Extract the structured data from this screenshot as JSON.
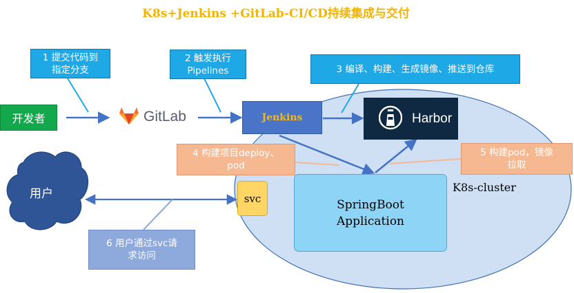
{
  "title": "K8s+Jenkins +GitLab-CI/CD持续集成与交付",
  "callouts": {
    "step1": [
      "1 提交代码到",
      "指定分支"
    ],
    "step2": [
      "2 触发执行",
      "Pipelines"
    ],
    "step3": "3 编译、构建、生成镜像、推送到仓库",
    "step4": [
      "4 构建项目deploy、",
      "pod"
    ],
    "step5": [
      "5 构建pod，镜像",
      "拉取"
    ],
    "step6": [
      "6 用户通过svc请",
      "求访问"
    ]
  },
  "nodes": {
    "developer": "开发者",
    "gitlab": "GitLab",
    "jenkins": "Jenkins",
    "harbor": "Harbor",
    "svc": "svc",
    "app": [
      "SpringBoot",
      "Application"
    ],
    "cluster": "K8s-cluster",
    "user": "用户"
  },
  "colors": {
    "title": "#f2b400",
    "callout_blue": "#1ea8e6",
    "callout_orange": "#f6b891",
    "callout_periwinkle": "#8ea9dc",
    "developer": "#13a84b",
    "jenkins": "#4a74c8",
    "jenkins_text": "#f1b824",
    "harbor_bg": "#0e2941",
    "svc": "#ffd666",
    "app": "#8ed4f6",
    "cluster": "#cfe0f4",
    "user_cloud": "#2f5597",
    "arrow": "#4472c4"
  },
  "icons": {
    "gitlab": "gitlab-fox-icon",
    "harbor": "lighthouse-icon"
  }
}
